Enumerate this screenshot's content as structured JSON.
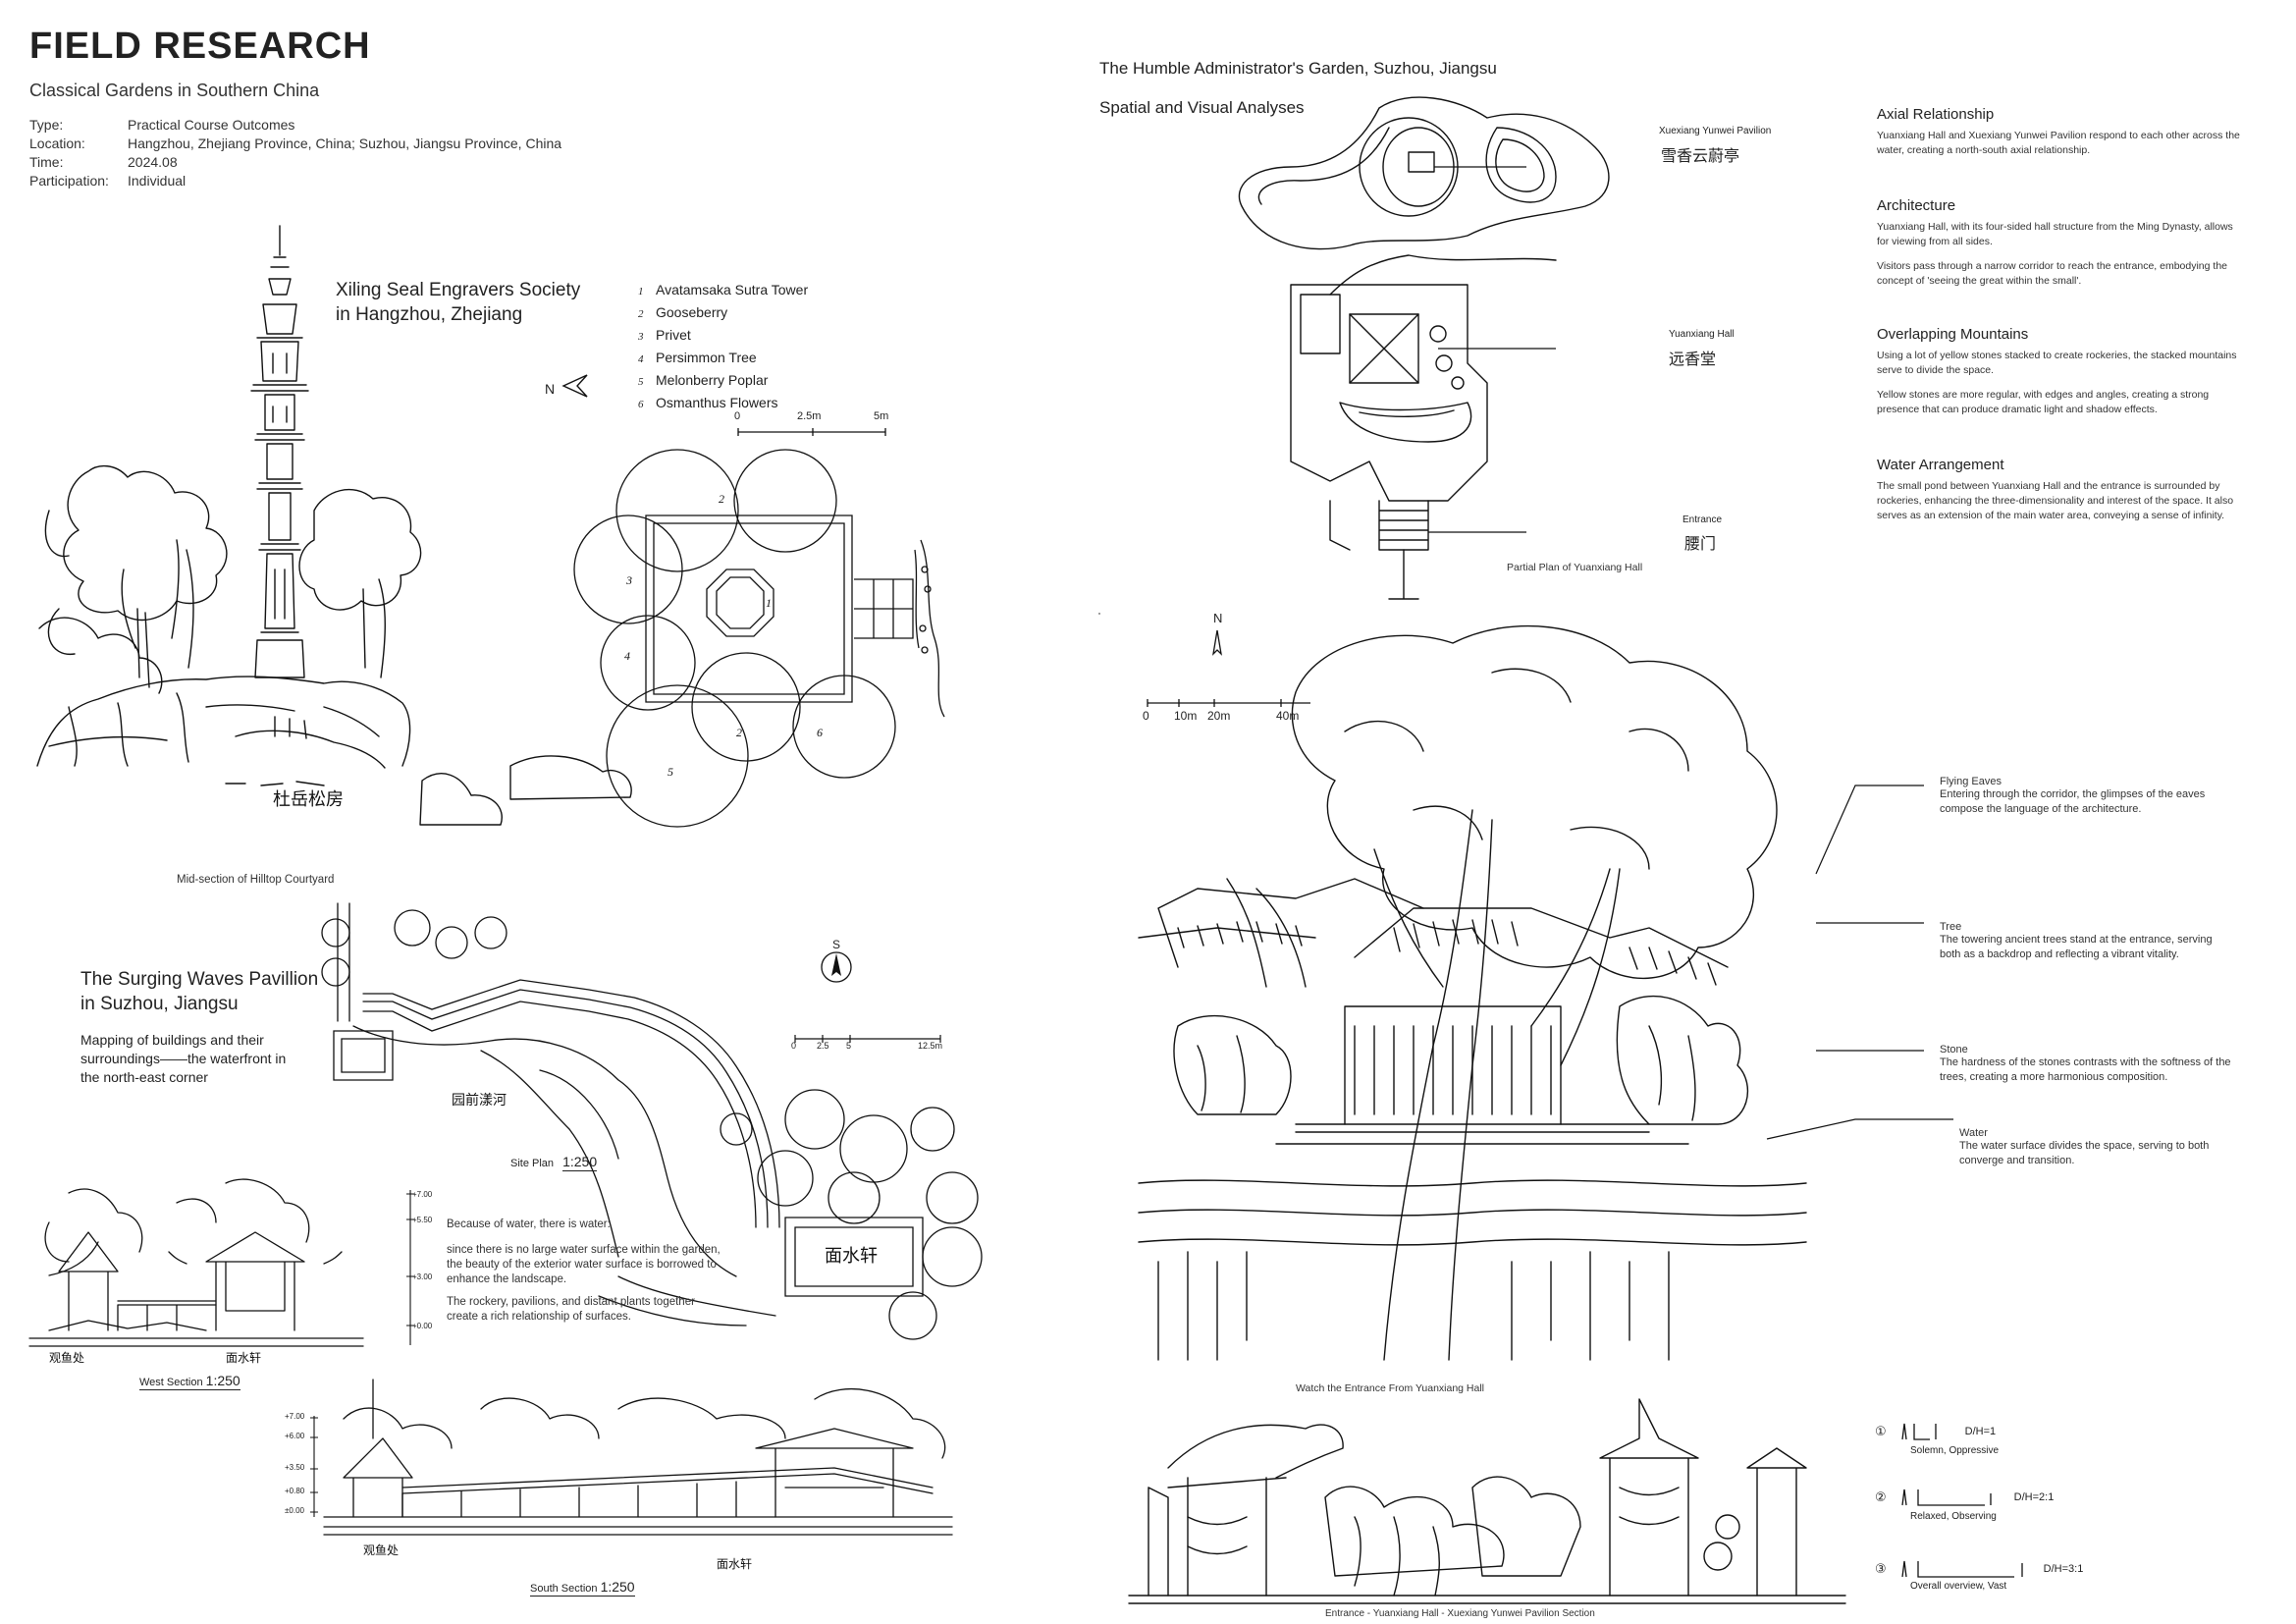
{
  "header": {
    "title": "FIELD RESEARCH",
    "subtitle": "Classical Gardens in Southern China",
    "meta": [
      {
        "key": "Type:",
        "value": "Practical Course Outcomes"
      },
      {
        "key": "Location:",
        "value": "Hangzhou, Zhejiang Province, China; Suzhou, Jiangsu Province, China"
      },
      {
        "key": "Time:",
        "value": "2024.08"
      },
      {
        "key": "Participation:",
        "value": "Individual"
      }
    ]
  },
  "xiling": {
    "title_line1": "Xiling Seal Engravers Society",
    "title_line2": "in Hangzhou, Zhejiang",
    "legend": [
      {
        "num": "1",
        "label": "Avatamsaka Sutra Tower"
      },
      {
        "num": "2",
        "label": "Gooseberry"
      },
      {
        "num": "3",
        "label": "Privet"
      },
      {
        "num": "4",
        "label": "Persimmon Tree"
      },
      {
        "num": "5",
        "label": "Melonberry Poplar"
      },
      {
        "num": "6",
        "label": "Osmanthus Flowers"
      }
    ],
    "north": "N",
    "scale": [
      "0",
      "2.5m",
      "5m"
    ],
    "sketch_caption": "Mid-section of Hilltop Courtyard",
    "engraving": "杜岳松房"
  },
  "surging": {
    "title_line1": "The Surging Waves Pavillion",
    "title_line2": "in Suzhou, Jiangsu",
    "desc": [
      "Mapping of buildings and their",
      "surroundings——the waterfront in",
      "the north-east corner"
    ],
    "north": "S",
    "scale": [
      "0",
      "2.5",
      "5",
      "12.5m"
    ],
    "site_plan_label": "Site Plan",
    "site_plan_scale": "1:250",
    "canal_label": "园前漾河",
    "pavilion_label": "面水轩",
    "pavilion_small": "面水轩",
    "notes": [
      "Because of water, there is water:",
      "since there is no large water surface within the garden, the beauty of the exterior water surface is borrowed to enhance the landscape.",
      "The rockery, pavilions, and distant plants together create a rich relationship of surfaces."
    ],
    "west_section_label": "West Section",
    "west_section_scale": "1:250",
    "west_names": [
      "观鱼处",
      "面水轩"
    ],
    "south_section_label": "South Section",
    "south_section_scale": "1:250",
    "south_names": [
      "观鱼处",
      "面水轩"
    ],
    "elev_marks": [
      "+7.00",
      "+5.50",
      "+3.00",
      "+0.00"
    ],
    "elev_marks_south": [
      "+7.00",
      "+6.00",
      "+3.50",
      "+0.80",
      "±0.00"
    ]
  },
  "humble": {
    "title": "The Humble Administrator's Garden, Suzhou, Jiangsu",
    "subtitle": "Spatial and Visual Analyses",
    "plan_labels": {
      "xuexiang_en": "Xuexiang Yunwei Pavilion",
      "xuexiang_cn": "雪香云蔚亭",
      "yuanxiang_en": "Yuanxiang Hall",
      "yuanxiang_cn": "远香堂",
      "entrance_en": "Entrance",
      "entrance_cn": "腰门"
    },
    "plan_caption": "Partial Plan of Yuanxiang Hall",
    "north": "N",
    "scale": [
      "0",
      "10m",
      "20m",
      "40m"
    ],
    "sections": [
      {
        "heading": "Axial Relationship",
        "paras": [
          "Yuanxiang Hall and Xuexiang Yunwei Pavilion respond to each other across the water, creating a north-south axial relationship."
        ]
      },
      {
        "heading": "Architecture",
        "paras": [
          "Yuanxiang Hall, with its four-sided hall structure from the Ming Dynasty, allows for viewing from all sides.",
          "Visitors pass through a narrow corridor to reach the entrance, embodying the concept of 'seeing the great within the small'."
        ]
      },
      {
        "heading": "Overlapping Mountains",
        "paras": [
          "Using a lot of yellow stones stacked to create rockeries, the stacked mountains serve to divide the space.",
          "Yellow stones are more regular, with edges and angles, creating a strong presence that can produce dramatic light and shadow effects."
        ]
      },
      {
        "heading": "Water Arrangement",
        "paras": [
          "The small pond between Yuanxiang Hall and the entrance is surrounded by rockeries, enhancing the three-dimensionality and interest of the space. It also serves as an extension of the main water area, conveying a sense of infinity."
        ]
      }
    ],
    "annotations": [
      {
        "title": "Flying Eaves",
        "body": "Entering through the corridor, the glimpses of the eaves compose the language of the architecture."
      },
      {
        "title": "Tree",
        "body": "The towering ancient trees stand at the entrance, serving both as a backdrop and reflecting a vibrant vitality."
      },
      {
        "title": "Stone",
        "body": "The hardness of the stones contrasts with the softness of the trees, creating a more harmonious composition."
      },
      {
        "title": "Water",
        "body": "The water surface divides the space, serving to both converge and transition."
      }
    ],
    "sketch_caption": "Watch the Entrance From Yuanxiang Hall",
    "section_caption": "Entrance - Yuanxiang Hall - Xuexiang Yunwei Pavilion Section",
    "ratios": [
      {
        "num": "①",
        "dh": "D/H=1",
        "label": "Solemn, Oppressive"
      },
      {
        "num": "②",
        "dh": "D/H=2:1",
        "label": "Relaxed, Observing"
      },
      {
        "num": "③",
        "dh": "D/H=3:1",
        "label": "Overall overview, Vast"
      }
    ]
  }
}
